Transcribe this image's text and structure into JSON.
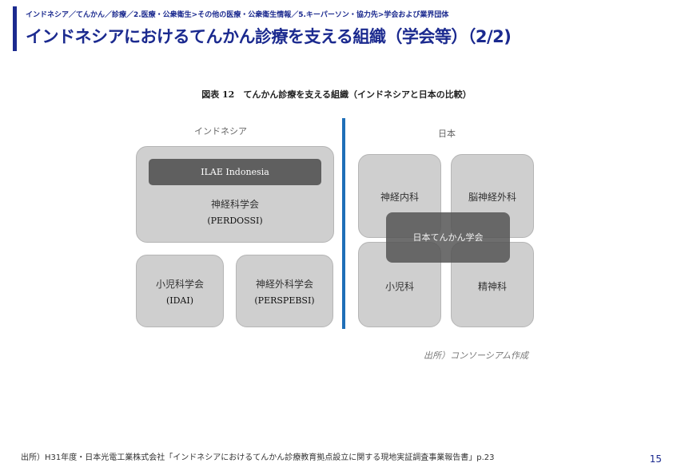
{
  "header": {
    "breadcrumb": "インドネシア／てんかん／診療／2.医療・公衆衛生>その他の医療・公衆衛生情報／5.キーパーソン・協力先>学会および業界団体",
    "title": "インドネシアにおけるてんかん診療を支える組織（学会等）（2/2)",
    "accent_color": "#1b2a8f"
  },
  "figure": {
    "title": "図表 12　てんかん診療を支える組織（インドネシアと日本の比較）",
    "indonesia": {
      "label": "インドネシア",
      "main_box": {
        "tag": "ILAE Indonesia",
        "name": "神経科学会",
        "abbr": "(PERDOSSI)"
      },
      "boxes": [
        {
          "name": "小児科学会",
          "abbr": "(IDAI)"
        },
        {
          "name": "神経外科学会",
          "abbr": "(PERSPEBSI)"
        }
      ]
    },
    "japan": {
      "label": "日本",
      "boxes": [
        "神経内科",
        "脳神経外科",
        "小児科",
        "精神科"
      ],
      "center": "日本てんかん学会"
    },
    "source": "出所）コンソーシアム作成",
    "divider_color": "#1f6fb8"
  },
  "footer": {
    "source": "出所）H31年度・日本光電工業株式会社「インドネシアにおけるてんかん診療教育拠点設立に関する現地実証調査事業報告書」p.23",
    "page_number": "15"
  }
}
